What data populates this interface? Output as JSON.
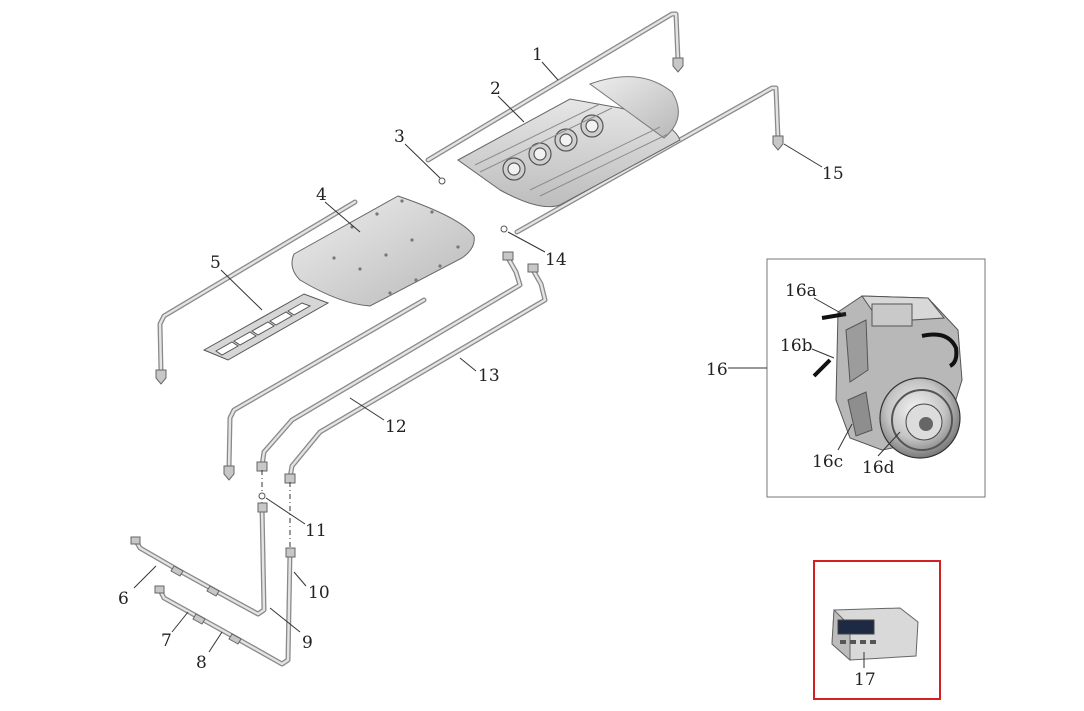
{
  "callouts": {
    "c1": "1",
    "c2": "2",
    "c3": "3",
    "c4": "4",
    "c5": "5",
    "c6": "6",
    "c7": "7",
    "c8": "8",
    "c9": "9",
    "c10": "10",
    "c11": "11",
    "c12": "12",
    "c13": "13",
    "c14": "14",
    "c15": "15",
    "c16": "16",
    "c16a": "16a",
    "c16b": "16b",
    "c16c": "16c",
    "c16d": "16d",
    "c17": "17"
  },
  "highlight_color": "#d42020",
  "inset_border_color": "#777777"
}
